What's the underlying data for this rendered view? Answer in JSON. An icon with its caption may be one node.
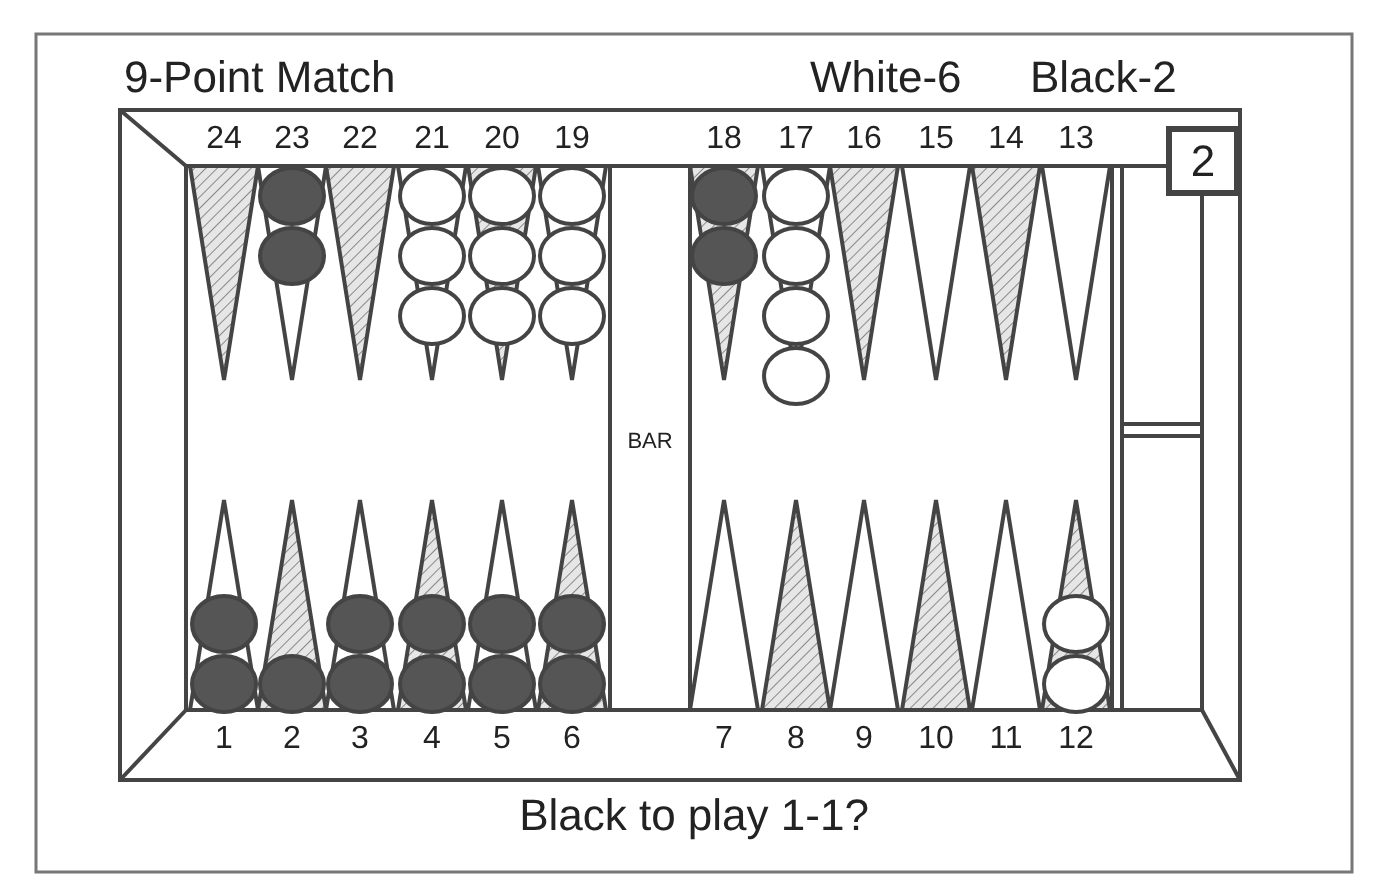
{
  "diagram": {
    "title": "9-Point Match",
    "caption": "Black to play 1-1?",
    "nodes": [
      {
        "text": [
          "2"
        ]
      }
    ],
    "labels": [
      "White-6",
      "Black-2",
      "24",
      "23",
      "22",
      "21",
      "20",
      "19",
      "18",
      "17",
      "16",
      "15",
      "14",
      "13",
      "BAR",
      "1",
      "2",
      "3",
      "4",
      "5",
      "6",
      "7",
      "8",
      "9",
      "10",
      "11",
      "12"
    ]
  }
}
